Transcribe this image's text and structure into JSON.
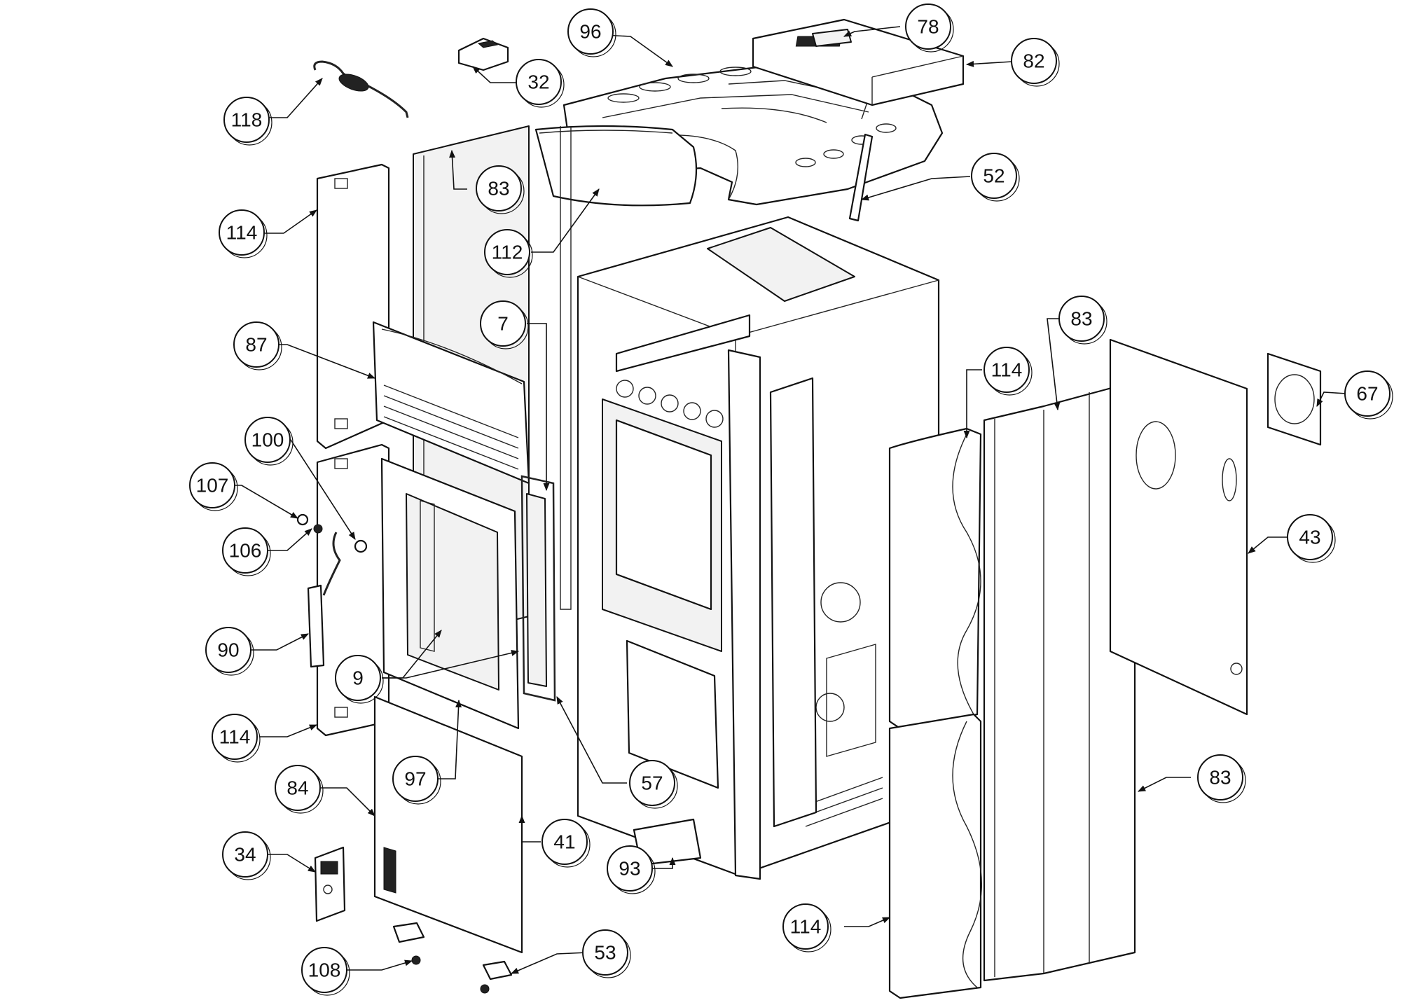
{
  "diagram": {
    "type": "exploded-parts-view",
    "callouts": [
      "96",
      "78",
      "82",
      "32",
      "118",
      "83",
      "52",
      "114",
      "112",
      "7",
      "87",
      "100",
      "107",
      "106",
      "90",
      "9",
      "97",
      "84",
      "34",
      "108",
      "53",
      "41",
      "93",
      "57",
      "114",
      "83",
      "67",
      "43",
      "83",
      "114",
      "114"
    ]
  }
}
